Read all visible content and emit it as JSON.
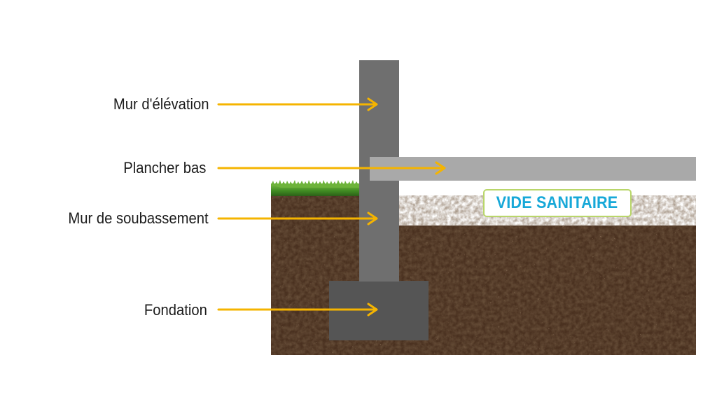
{
  "labels": {
    "mur_elevation": "Mur d'élévation",
    "plancher_bas": "Plancher bas",
    "mur_soubassement": "Mur de soubassement",
    "fondation": "Fondation"
  },
  "vide_sanitaire": "VIDE SANITAIRE",
  "colors": {
    "arrow": "#f5b400",
    "wall": "#6f6f6f",
    "footing": "#555555",
    "slab": "#a9a9a9",
    "soil": "#4a3120",
    "grass": "#4f9a2a",
    "badge_border": "#b9d66a",
    "badge_text": "#17a8d8"
  },
  "icons": [
    "arrow-right-icon"
  ]
}
